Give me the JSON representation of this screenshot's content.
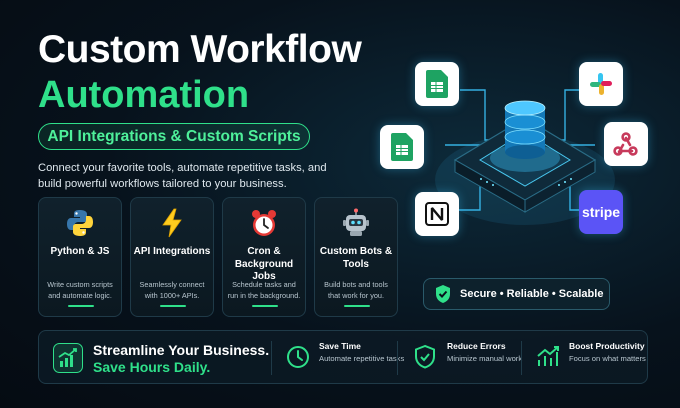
{
  "title_line1": "Custom Workflow",
  "title_line2": "Automation",
  "pill_label": "API Integrations & Custom Scripts",
  "description": "Connect your favorite tools, automate repetitive tasks, and build powerful workflows tailored to your business.",
  "cards": [
    {
      "icon": "python-logo-icon",
      "title": "Python & JS",
      "desc": "Write custom scripts and automate logic."
    },
    {
      "icon": "lightning-icon",
      "title": "API Integrations",
      "desc": "Seamlessly connect with 1000+ APIs."
    },
    {
      "icon": "alarm-clock-icon",
      "title": "Cron & Background Jobs",
      "desc": "Schedule tasks and run in the background."
    },
    {
      "icon": "robot-icon",
      "title": "Custom Bots & Tools",
      "desc": "Build bots and tools that work for you."
    }
  ],
  "bottom": {
    "headline1": "Streamline Your Business.",
    "headline2": "Save Hours Daily.",
    "features": [
      {
        "icon": "clock-icon",
        "title": "Save Time",
        "desc": "Automate repetitive tasks"
      },
      {
        "icon": "shield-check-icon",
        "title": "Reduce Errors",
        "desc": "Minimize manual work"
      },
      {
        "icon": "growth-chart-icon",
        "title": "Boost Productivity",
        "desc": "Focus on what matters"
      }
    ]
  },
  "diagram": {
    "tiles": [
      {
        "icon": "google-sheets-icon"
      },
      {
        "icon": "slack-icon"
      },
      {
        "icon": "google-sheets-icon"
      },
      {
        "icon": "webhook-icon"
      },
      {
        "icon": "notion-icon"
      },
      {
        "icon": "stripe-icon",
        "label": "stripe"
      }
    ],
    "center_icon": "database-server-icon"
  },
  "secure_label": "Secure • Reliable • Scalable",
  "colors": {
    "accent": "#2fe08a",
    "background": "#07121c",
    "glow": "#3cc8ff",
    "stripe": "#5b54f6"
  }
}
